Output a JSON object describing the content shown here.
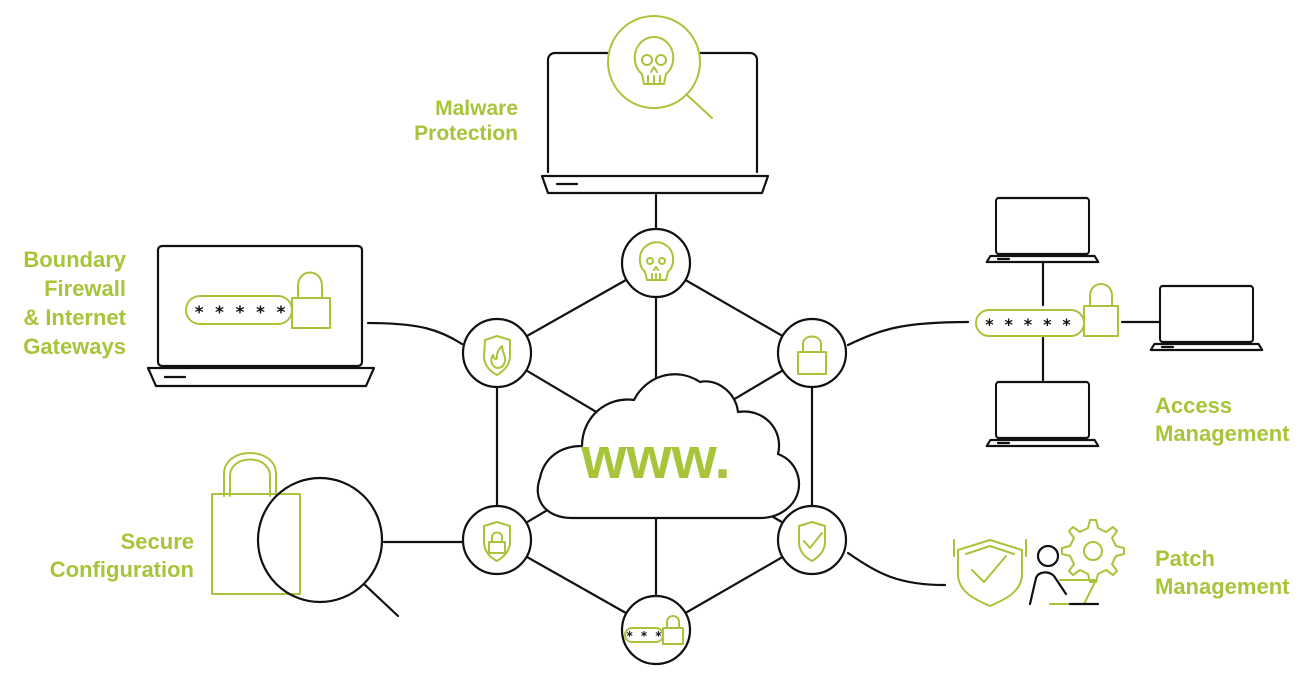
{
  "colors": {
    "accent": "#a8c43a",
    "line": "#111111",
    "background": "#ffffff"
  },
  "center": {
    "text": "www."
  },
  "labels": {
    "malware": [
      "Malware",
      "Protection"
    ],
    "boundary": [
      "Boundary",
      "Firewall",
      "& Internet",
      "Gateways"
    ],
    "access": [
      "Access",
      "Management"
    ],
    "secure": [
      "Secure",
      "Configuration"
    ],
    "patch": [
      "Patch",
      "Management"
    ]
  },
  "passwords": {
    "boundary": "* * * * *",
    "access": "* * * * *",
    "bottom_node": "* * *"
  },
  "icons": [
    "skull-icon",
    "flame-shield-icon",
    "padlock-icon",
    "lock-shield-icon",
    "check-shield-icon",
    "password-lock-icon",
    "magnifier-icon",
    "gear-icon",
    "person-laptop-icon"
  ]
}
